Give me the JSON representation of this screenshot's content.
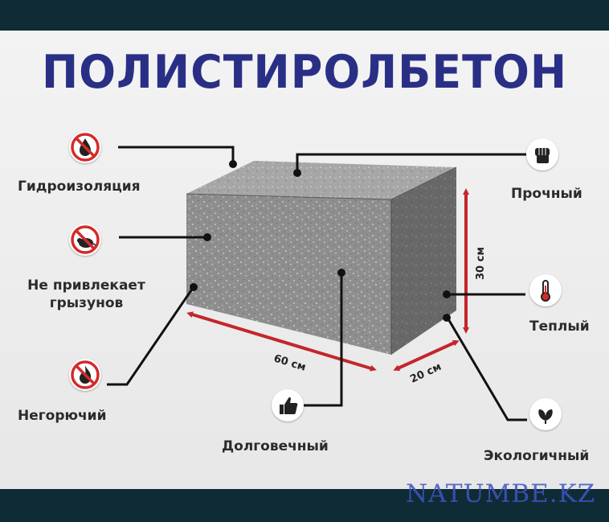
{
  "title": "ПОЛИСТИРОЛБЕТОН",
  "features": {
    "hydro": "Гидроизоляция",
    "rodents_line1": "Не привлекает",
    "rodents_line2": "грызунов",
    "fire": "Негорючий",
    "durable": "Долговечный",
    "strong": "Прочный",
    "warm": "Теплый",
    "eco": "Экологичный"
  },
  "icons": {
    "hydro": "no-water-drop-icon",
    "rodents": "no-rodent-icon",
    "fire": "no-fire-icon",
    "durable": "thumbs-up-icon",
    "strong": "fist-icon",
    "warm": "thermometer-icon",
    "eco": "leaf-icon"
  },
  "dimensions": {
    "length": "60 см",
    "width": "20 см",
    "height": "30 см"
  },
  "colors": {
    "title": "#2a2f86",
    "prohibit": "#d42a2a",
    "arrow": "#c3262c",
    "watermark": "#3e56c4"
  },
  "watermark": "NATUMBE.KZ"
}
